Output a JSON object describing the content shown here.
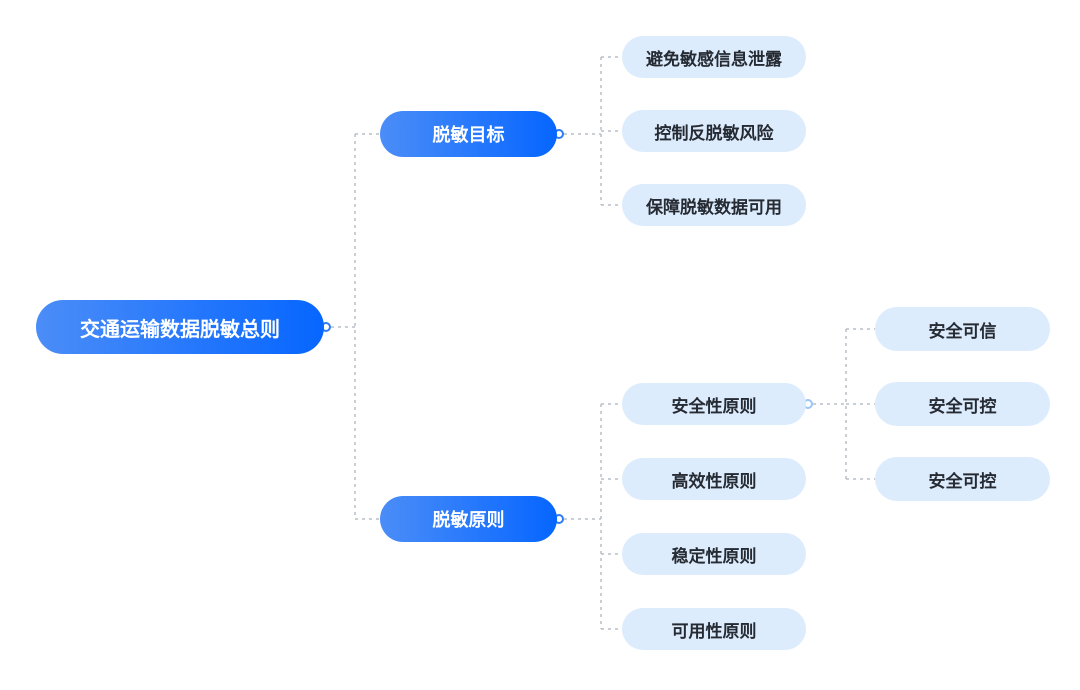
{
  "mindmap": {
    "root": {
      "label": "交通运输数据脱敏总则"
    },
    "branches": [
      {
        "label": "脱敏目标",
        "children": [
          {
            "label": "避免敏感信息泄露"
          },
          {
            "label": "控制反脱敏风险"
          },
          {
            "label": "保障脱敏数据可用"
          }
        ]
      },
      {
        "label": "脱敏原则",
        "children": [
          {
            "label": "安全性原则",
            "children": [
              {
                "label": "安全可信"
              },
              {
                "label": "安全可控"
              },
              {
                "label": "安全可控"
              }
            ]
          },
          {
            "label": "高效性原则"
          },
          {
            "label": "稳定性原则"
          },
          {
            "label": "可用性原则"
          }
        ]
      }
    ],
    "colors": {
      "primary_gradient_start": "#4b8df8",
      "primary_gradient_end": "#0666ff",
      "leaf_background": "#dcecfd",
      "leaf_text": "#262b33",
      "connector": "#b9bfc9",
      "junction_ring_primary": "#2e7bf6",
      "junction_ring_leaf": "#9cc6f4",
      "background": "#ffffff"
    }
  }
}
